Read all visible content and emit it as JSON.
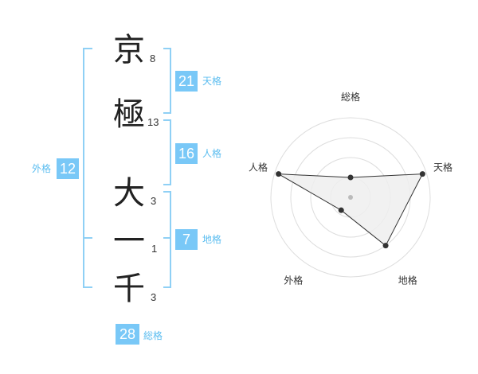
{
  "name": {
    "chars": [
      {
        "char": "京",
        "strokes": "8"
      },
      {
        "char": "極",
        "strokes": "13"
      },
      {
        "char": "大",
        "strokes": "3"
      },
      {
        "char": "一",
        "strokes": "1"
      },
      {
        "char": "千",
        "strokes": "3"
      }
    ]
  },
  "fortunes": {
    "tenkaku": {
      "value": "21",
      "label": "天格"
    },
    "jinkaku": {
      "value": "16",
      "label": "人格"
    },
    "chikaku": {
      "value": "7",
      "label": "地格"
    },
    "gaikaku": {
      "value": "12",
      "label": "外格"
    },
    "soukaku": {
      "value": "28",
      "label": "総格"
    }
  },
  "radar": {
    "axes": [
      "総格",
      "天格",
      "地格",
      "外格",
      "人格"
    ],
    "levels": 4,
    "values": [
      0.25,
      0.95,
      0.75,
      0.2,
      0.95
    ],
    "colors": {
      "grid": "#dddddd",
      "fill": "#eeeeee",
      "line": "#333333",
      "point": "#333333",
      "center": "#bbbbbb"
    }
  }
}
